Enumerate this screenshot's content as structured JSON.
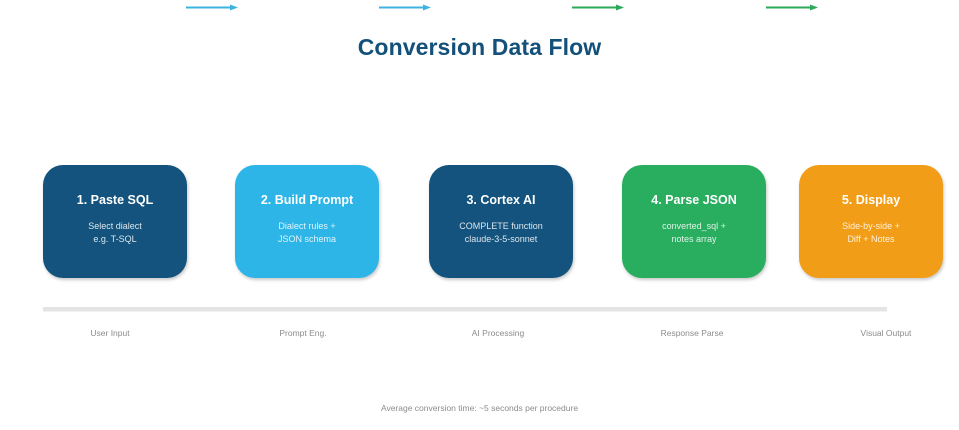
{
  "title": "Conversion Data Flow",
  "colors": {
    "title": "#13507a",
    "dark_blue": "#13537d",
    "light_blue": "#2db5e8",
    "green": "#29ad5f",
    "orange": "#f29d17",
    "arrow_blue": "#3fb3e0",
    "arrow_green": "#2ea85a",
    "muted_text": "#8c8c8c"
  },
  "arrows": [
    {
      "name": "arrow-1-to-2",
      "color": "arrow_blue"
    },
    {
      "name": "arrow-2-to-3",
      "color": "arrow_blue"
    },
    {
      "name": "arrow-3-to-4",
      "color": "arrow_green"
    },
    {
      "name": "arrow-4-to-5",
      "color": "arrow_green"
    }
  ],
  "steps": [
    {
      "title": "1. Paste SQL",
      "line1": "Select dialect",
      "line2": "e.g. T-SQL",
      "color": "dark_blue"
    },
    {
      "title": "2. Build Prompt",
      "line1": "Dialect rules +",
      "line2": "JSON schema",
      "color": "light_blue"
    },
    {
      "title": "3. Cortex AI",
      "line1": "COMPLETE function",
      "line2": "claude-3-5-sonnet",
      "color": "dark_blue"
    },
    {
      "title": "4. Parse JSON",
      "line1": "converted_sql +",
      "line2": "notes array",
      "color": "green"
    },
    {
      "title": "5. Display",
      "line1": "Side-by-side +",
      "line2": "Diff + Notes",
      "color": "orange"
    }
  ],
  "stages": [
    "User Input",
    "Prompt Eng.",
    "AI Processing",
    "Response Parse",
    "Visual Output"
  ],
  "footer": "Average conversion time: ~5 seconds per procedure"
}
